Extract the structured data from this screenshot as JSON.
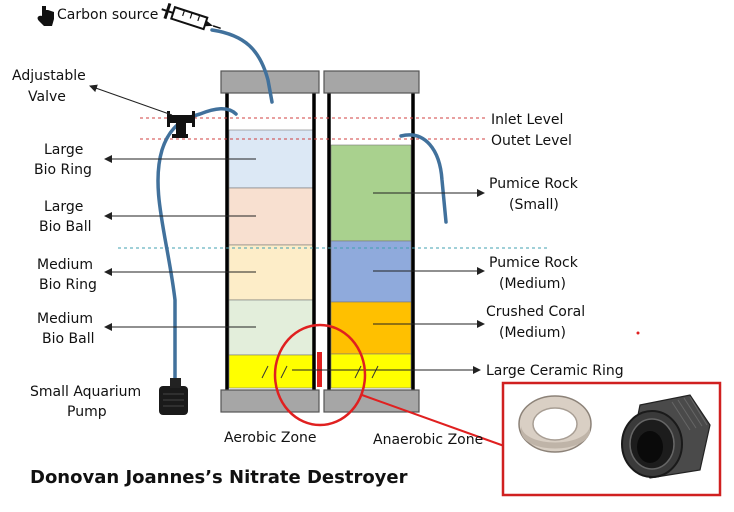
{
  "title": "Donovan Joannes’s Nitrate Destroyer",
  "labels": {
    "carbon_source": "Carbon source",
    "adjustable_valve_1": "Adjustable",
    "adjustable_valve_2": "Valve",
    "large_bio_ring_1": "Large",
    "large_bio_ring_2": "Bio Ring",
    "large_bio_ball_1": "Large",
    "large_bio_ball_2": "Bio Ball",
    "medium_bio_ring_1": "Medium",
    "medium_bio_ring_2": "Bio Ring",
    "medium_bio_ball_1": "Medium",
    "medium_bio_ball_2": "Bio Ball",
    "pump_1": "Small Aquarium",
    "pump_2": "Pump",
    "inlet_level": "Inlet Level",
    "outlet_level": "Outet Level",
    "pumice_small_1": "Pumice Rock",
    "pumice_small_2": "(Small)",
    "pumice_medium_1": "Pumice Rock",
    "pumice_medium_2": "(Medium)",
    "crushed_coral_1": "Crushed Coral",
    "crushed_coral_2": "(Medium)",
    "large_ceramic_ring": "Large Ceramic Ring",
    "aerobic_zone": "Aerobic Zone",
    "anaerobic_zone": "Anaerobic Zone"
  },
  "colors": {
    "large_bio_ring": "#dce8f5",
    "large_bio_ball": "#f8e0d0",
    "medium_bio_ring": "#fdedc8",
    "medium_bio_ball": "#e3eedb",
    "ceramic_ring": "#ffff00",
    "pumice_small": "#a9d18e",
    "pumice_medium": "#8faadc",
    "crushed_coral": "#ffc000",
    "hose": "#41719c",
    "cap": "#a6a6a6",
    "highlight": "#e02020"
  }
}
